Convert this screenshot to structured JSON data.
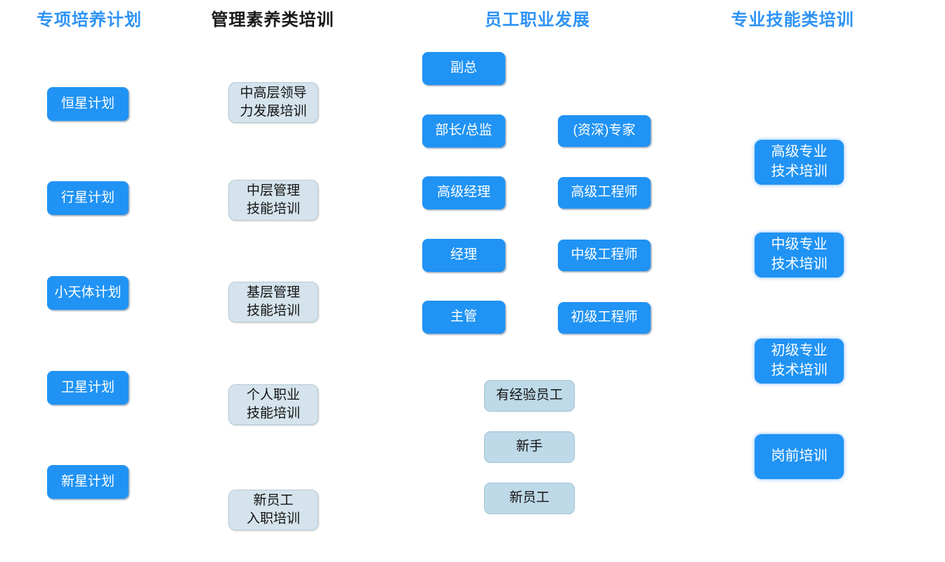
{
  "colors": {
    "header_blue": "#2E93F6",
    "header_black": "#1a1a1a",
    "blue_box_bg": "#2093F4",
    "blue_box_text": "#ffffff",
    "gray_box_bg": "#D5E3EC",
    "gray_box_border": "#B7CAD6",
    "mid_gray_bg": "#BED9E8",
    "mid_gray_border": "#9EC2D5",
    "box_text_dark": "#141414"
  },
  "columns": {
    "special_programs": {
      "title": "专项培养计划",
      "items": [
        "恒星计划",
        "行星计划",
        "小天体计划",
        "卫星计划",
        "新星计划"
      ]
    },
    "management_training": {
      "title": "管理素养类培训",
      "items": [
        "中高层领导\n力发展培训",
        "中层管理\n技能培训",
        "基层管理\n技能培训",
        "个人职业\n技能培训",
        "新员工\n入职培训"
      ]
    },
    "career_path": {
      "title": "员工职业发展",
      "management_track": [
        "副总",
        "部长/总监",
        "高级经理",
        "经理",
        "主管"
      ],
      "technical_track": [
        "(资深)专家",
        "高级工程师",
        "中级工程师",
        "初级工程师"
      ],
      "entry_levels": [
        "有经验员工",
        "新手",
        "新员工"
      ]
    },
    "skills_training": {
      "title": "专业技能类培训",
      "items": [
        "高级专业\n技术培训",
        "中级专业\n技术培训",
        "初级专业\n技术培训",
        "岗前培训"
      ]
    }
  }
}
